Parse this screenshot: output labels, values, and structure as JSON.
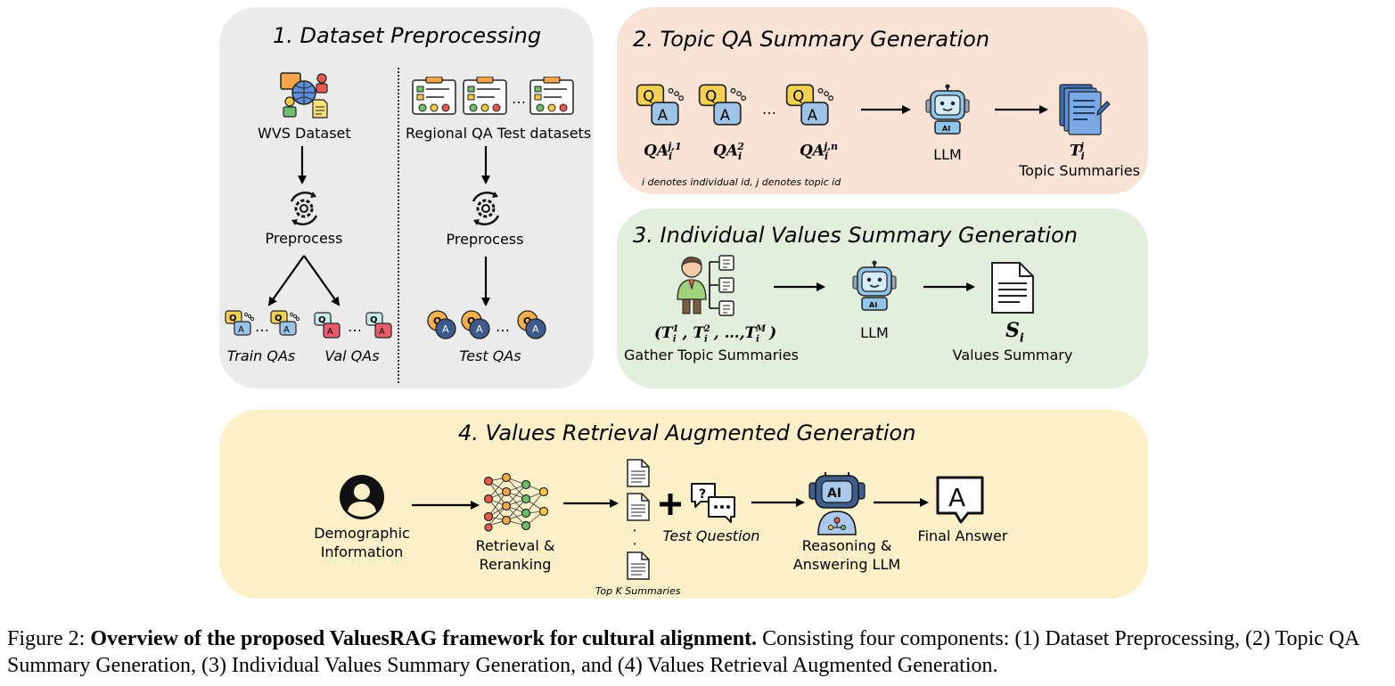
{
  "panels": {
    "p1": {
      "title": "1. Dataset Preprocessing",
      "wvs": "WVS Dataset",
      "regional": "Regional QA Test datasets",
      "preprocess_left": "Preprocess",
      "preprocess_right": "Preprocess",
      "train": "Train QAs",
      "val": "Val QAs",
      "test": "Test QAs",
      "ellipsis": "…"
    },
    "p2": {
      "title": "2. Topic QA Summary Generation",
      "qa1": "QA_i^{j,1}",
      "qa2": "QA_i^2",
      "qan": "QA_i^{j,n}",
      "llm": "LLM",
      "tij": "T_i^j",
      "topic_summaries": "Topic Summaries",
      "note": "i denotes  individual id, j denotes topic id",
      "ellipsis": "…"
    },
    "p3": {
      "title": "3. Individual Values Summary Generation",
      "tuple": "(T_i^1, T_i^2, …, T_i^M)",
      "gather": "Gather Topic Summaries",
      "llm": "LLM",
      "si": "S_i",
      "values_summary": "Values Summary"
    },
    "p4": {
      "title": "4. Values Retrieval Augmented Generation",
      "demo1": "Demographic",
      "demo2": "Information",
      "ret1": "Retrieval &",
      "ret2": "Reranking",
      "topk": "Top K Summaries",
      "test_q": "Test Question",
      "reason1": "Reasoning &",
      "reason2": "Answering LLM",
      "final": "Final Answer",
      "dot": "·"
    }
  },
  "caption": {
    "prefix": "Figure 2: ",
    "bold": "Overview of the proposed ValuesRAG framework for cultural alignment.",
    "rest": " Consisting four components: (1) Dataset Preprocessing, (2) Topic QA Summary Generation, (3) Individual Values Summary Generation, and (4) Values Retrieval Augmented Generation."
  },
  "colors": {
    "panel1": "#ebebeb",
    "panel2": "#f9e2d6",
    "panel3": "#e2efdc",
    "panel4": "#fcf0c9",
    "qa_yellow": "#f4d052",
    "qa_blue": "#9dc3e6",
    "robot_blue": "#8ec5e8",
    "doc_blue": "#3f6fb5"
  }
}
